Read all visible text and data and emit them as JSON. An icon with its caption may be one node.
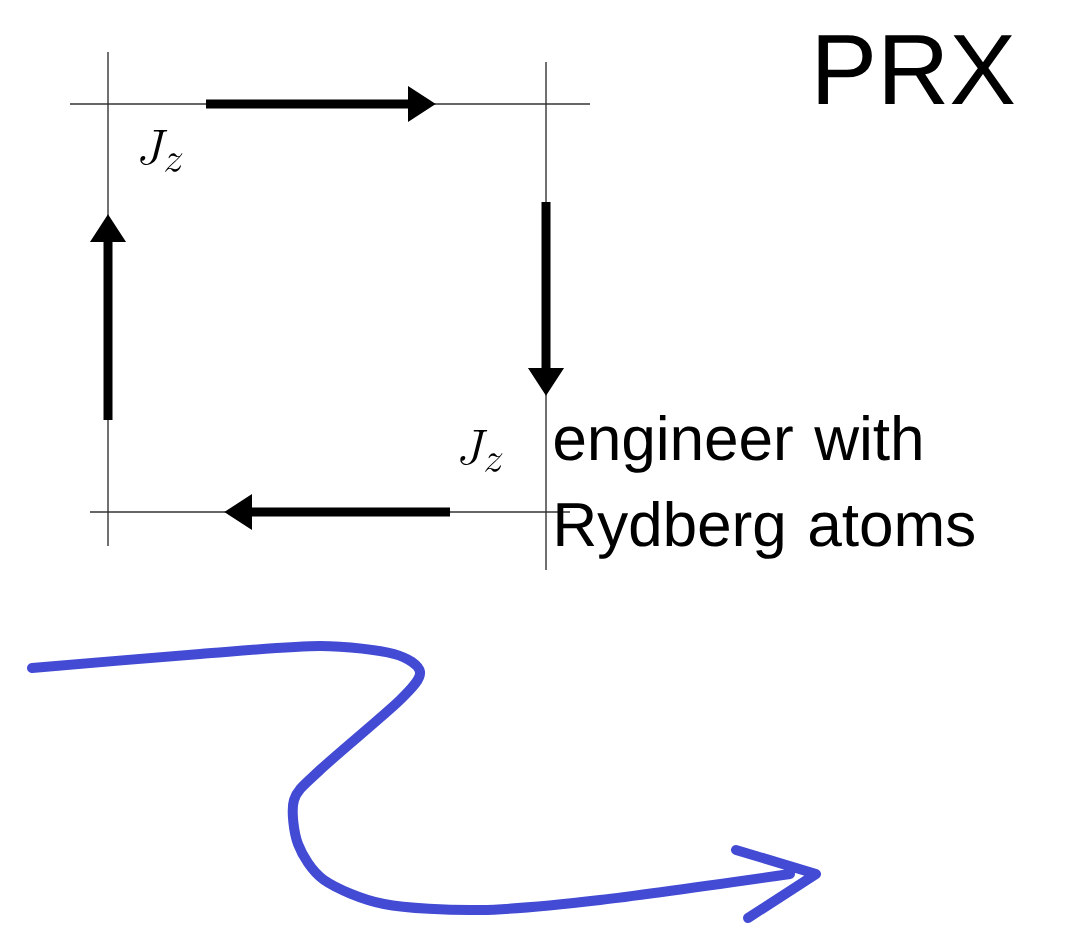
{
  "diagram": {
    "labels": [
      "PRX",
      "J_z",
      "J_z",
      "engineer with Rydberg atoms"
    ]
  }
}
